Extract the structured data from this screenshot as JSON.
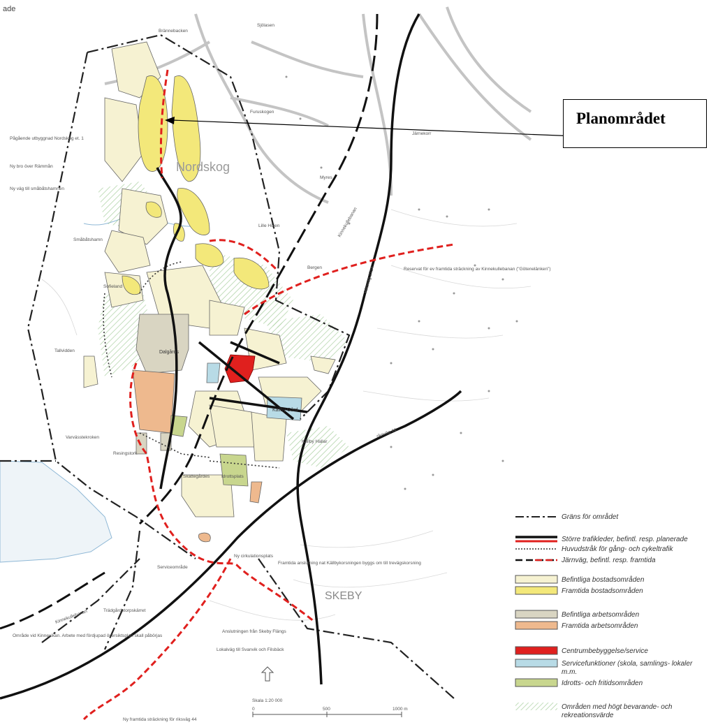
{
  "header": {
    "corner_text": "ade"
  },
  "callout": {
    "label": "Planområdet"
  },
  "map_labels": {
    "brannebacken": "Brännebacken",
    "sjolasen": "Sjölasen",
    "furuskogen": "Furuskogen",
    "jarnekorr": "Järnekorr",
    "nordskog": "Nordskog",
    "myres": "Myres",
    "lille_hojen": "Lille Höjen",
    "bergen": "Bergen",
    "pagaende": "Pågående utbyggnad Nordskog et. 1",
    "ny_bro": "Ny bro över Rämmån",
    "ny_vag": "Ny väg till småbåtshamnen",
    "smabatshamn": "Småbåtshamn",
    "sofieland": "Sofieland",
    "tallvidden": "Tallvidden",
    "dalgards": "Dalgårds",
    "kallby_gard": "Källby Gård",
    "kallby_hallar": "Källby Hallar",
    "varvasstekroken": "Varvässtekroken",
    "resingstork": "Resingstork",
    "skattegardes": "Skattegårdes",
    "idrottsplats": "Idrottsplats",
    "reservat": "Reservat för ev framtida sträckning av Kinnekullebanan (\"Götenelänken\")",
    "serviceomrade": "Serviceområde",
    "ny_cirkulationsplats": "Ny cirkulationsplats",
    "framtida_anslutning": "Framtida anslutning nat Källbykorsningen byggs om till trevägskorsning",
    "skeby": "SKEBY",
    "tradgardstorpskarret": "Trädgårdstorpskärret",
    "omrade_kinnevikan": "Område vid Kinnevikan. Arbete med fördjupad översiktsplan skall påbörjas",
    "anslutningen_skeby": "Anslutningen från Skeby Flängs",
    "lokalvag": "Lokalväg till Svanvik och Filsbäck",
    "ny_framtida": "Ny framtida sträckning för riksväg 44",
    "riksvag44": "riksväg 44",
    "riksvag2714": "Riksväg 2714",
    "kinnekullebanan": "Kinnekullebanan",
    "kinnekullebanan2": "Kinnekullebanan",
    "scale": "Skala 1:20 000",
    "scale_0": "0",
    "scale_500": "500",
    "scale_1000": "1000 m"
  },
  "legend": {
    "items": [
      {
        "key": "boundary",
        "label": "Gräns för området"
      },
      {
        "key": "roads",
        "label": "Större trafikleder, befintl. resp. planerade"
      },
      {
        "key": "paths",
        "label": "Huvudstråk för gång- och cykeltrafik"
      },
      {
        "key": "rail",
        "label": "Järnväg, befintl. resp. framtida"
      },
      {
        "key": "housing_existing",
        "label": "Befintliga bostadsområden",
        "color": "#f6f2d2"
      },
      {
        "key": "housing_future",
        "label": "Framtida bostadsområden",
        "color": "#f3e87a"
      },
      {
        "key": "work_existing",
        "label": "Befintliga arbetsområden",
        "color": "#d9d5c2"
      },
      {
        "key": "work_future",
        "label": "Framtida arbetsområden",
        "color": "#eeb98e"
      },
      {
        "key": "centre",
        "label": "Centrumbebyggelse/service",
        "color": "#e0201e"
      },
      {
        "key": "service",
        "label": "Servicefunktioner (skola, samlings- lokaler m.m.",
        "color": "#b8dbe6"
      },
      {
        "key": "sports",
        "label": "Idrotts- och fritidsområden",
        "color": "#c8d68e"
      },
      {
        "key": "conservation",
        "label": "Områden med högt bevarande- och rekreationsvärde",
        "color": "#c9e0c3"
      }
    ]
  },
  "colors": {
    "housing_existing": "#f6f2d2",
    "housing_future": "#f3e87a",
    "work_existing": "#d9d5c2",
    "work_future": "#eeb98e",
    "centre": "#e0201e",
    "service": "#b8dbe6",
    "sports": "#c8d68e",
    "road_planned": "#e0201e",
    "water": "#8fb8d6"
  }
}
